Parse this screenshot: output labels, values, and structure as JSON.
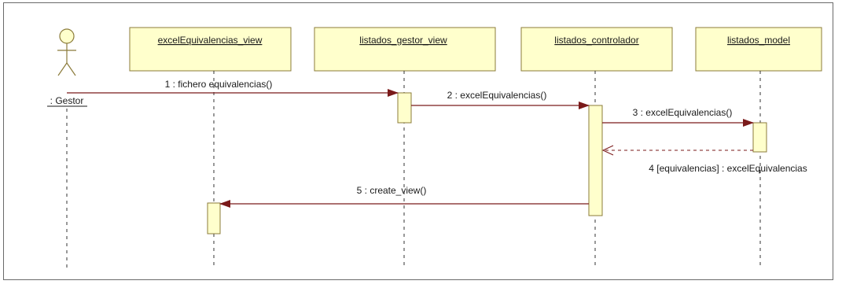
{
  "actor": {
    "label": ": Gestor",
    "icon": "stick-figure-actor-icon"
  },
  "lifelines": [
    {
      "label": "excelEquivalencias_view"
    },
    {
      "label": "listados_gestor_view"
    },
    {
      "label": "listados_controlador"
    },
    {
      "label": "listados_model"
    }
  ],
  "messages": [
    {
      "label": "1 : fichero equivalencias()"
    },
    {
      "label": "2 : excelEquivalencias()"
    },
    {
      "label": "3 : excelEquivalencias()"
    },
    {
      "label": "4 [equivalencias] : excelEquivalencias"
    },
    {
      "label": "5 : create_view()"
    }
  ],
  "colors": {
    "box_fill": "#ffffcc",
    "box_stroke": "#8b7b3a",
    "message_line": "#7a1a1a",
    "return_line": "#7a1a1a",
    "lifeline": "#333333",
    "text": "#1a1a1a"
  }
}
